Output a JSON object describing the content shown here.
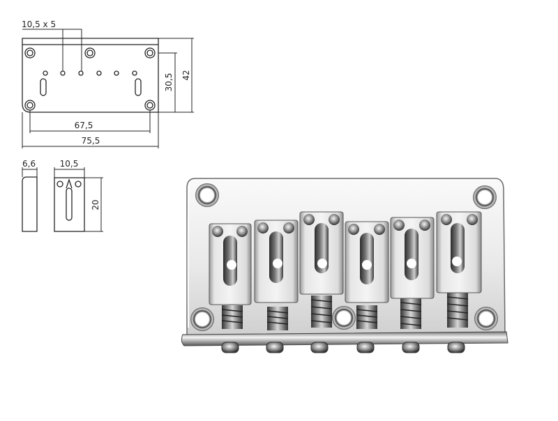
{
  "drawing": {
    "top_view": {
      "hole_spacing_label": "10,5 x 5",
      "inner_width_label": "67,5",
      "outer_width_label": "75,5",
      "hole_to_edge_height_label": "30,5",
      "total_height_label": "42"
    },
    "saddle_side_view": {
      "width_label": "6,6"
    },
    "saddle_front_view": {
      "width_label": "10,5",
      "height_label": "20"
    }
  },
  "photo": {
    "subject": "chrome hardtail guitar bridge with 6 saddles",
    "saddle_count": 6
  },
  "colors": {
    "line": "#222222",
    "chrome_light": "#f2f2f2",
    "chrome_mid": "#bdbdbd",
    "chrome_dark": "#3a3a3a"
  }
}
